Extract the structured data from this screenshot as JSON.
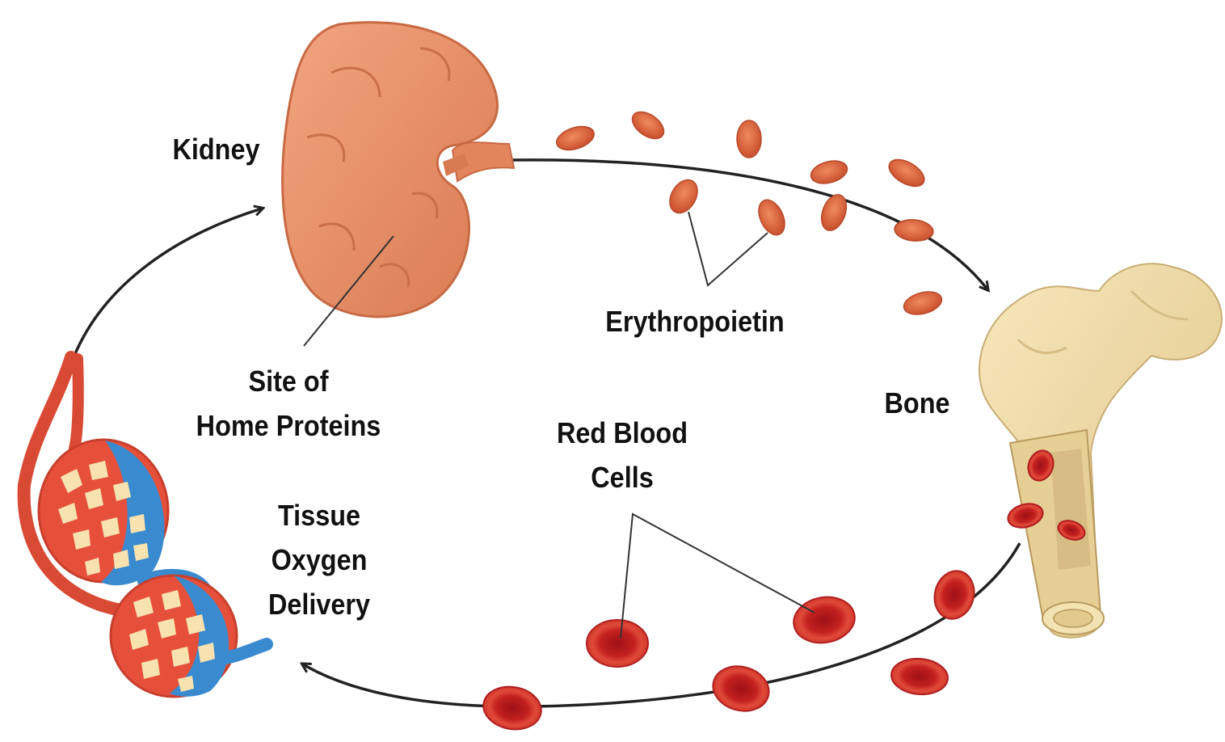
{
  "labels": {
    "kidney": "Kidney",
    "erythropoietin": "Erythropoietin",
    "site_line1": "Site of",
    "site_line2": "Home Proteins",
    "bone": "Bone",
    "rbc_line1": "Red Blood",
    "rbc_line2": "Cells",
    "tissue_line1": "Tissue",
    "tissue_line2": "Oxygen",
    "tissue_line3": "Delivery"
  },
  "colors": {
    "kidney": "#e8946a",
    "kidney_dark": "#c86a44",
    "erythropoietin": "#d8603a",
    "rbc": "#d6322c",
    "rbc_center": "#a8141a",
    "bone": "#f0dca6",
    "bone_dark": "#cdb47a",
    "artery": "#e2553f",
    "vein": "#3d8ed0",
    "arrow": "#222222"
  }
}
